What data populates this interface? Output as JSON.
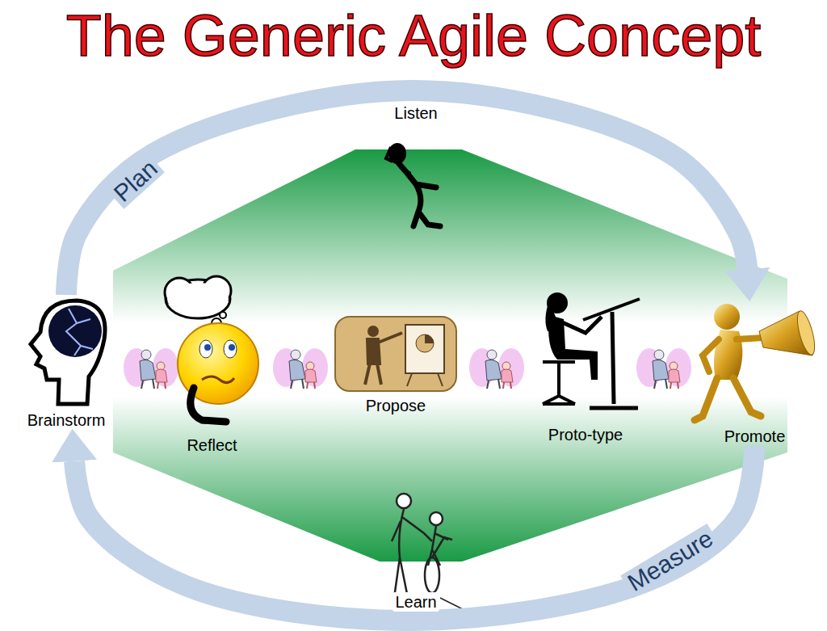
{
  "diagram": {
    "title": "The Generic Agile Concept",
    "nodes": [
      {
        "text": [
          "Listen"
        ]
      },
      {
        "text": [
          "Brainstorm"
        ]
      },
      {
        "text": [
          "Reflect"
        ]
      },
      {
        "text": [
          "Propose"
        ]
      },
      {
        "text": [
          "Proto-type"
        ]
      },
      {
        "text": [
          "Promote"
        ]
      },
      {
        "text": [
          "Learn"
        ]
      }
    ],
    "edges": [
      {
        "from": 1,
        "to": 5,
        "label": "Plan",
        "arrow": "to"
      },
      {
        "from": 5,
        "to": 1,
        "label": "Measure",
        "arrow": "to"
      }
    ]
  }
}
